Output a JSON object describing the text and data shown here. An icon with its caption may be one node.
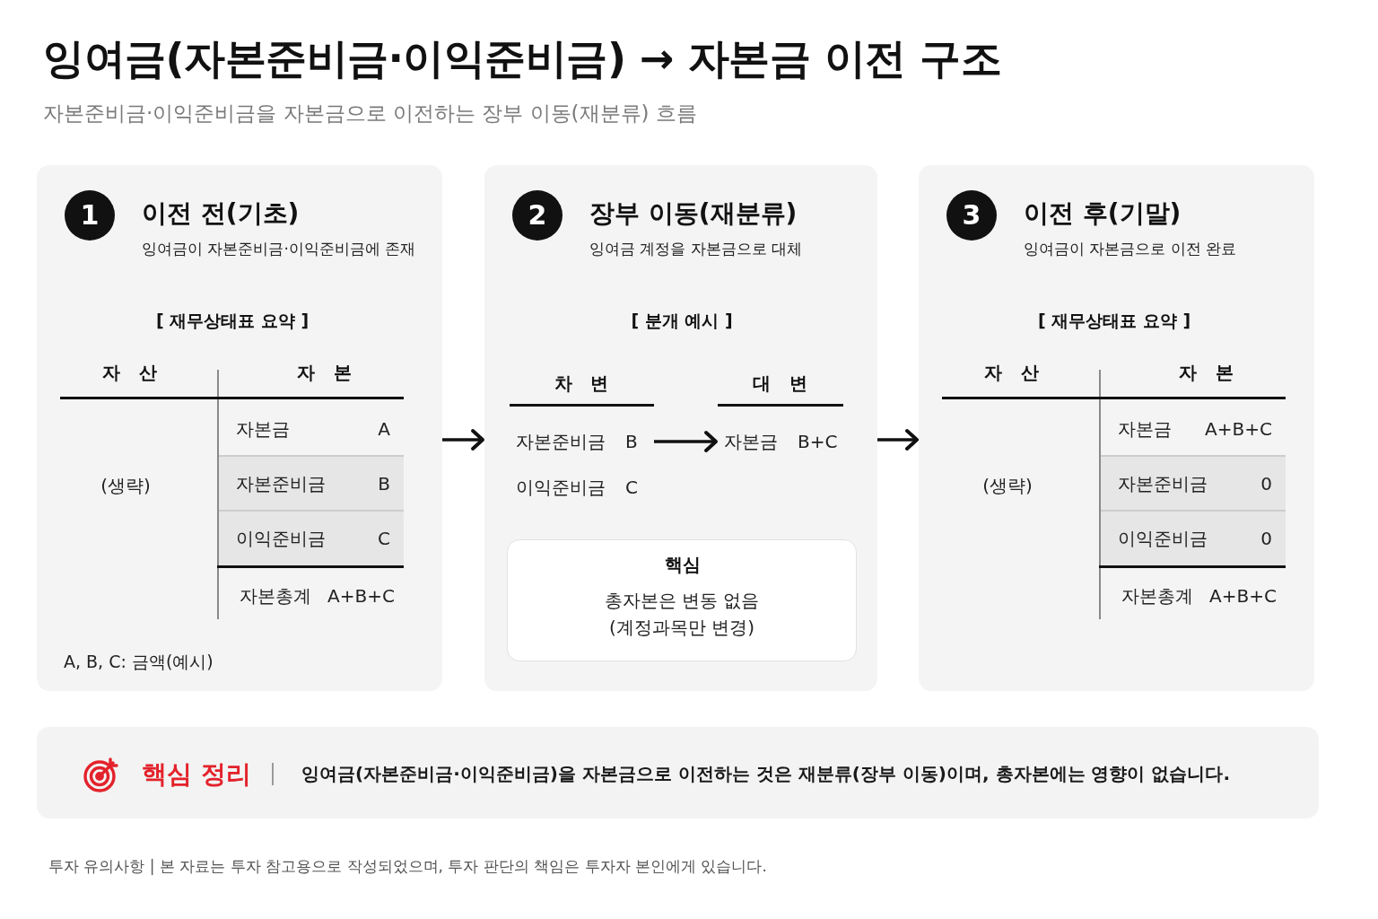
{
  "diagram": {
    "title": "잉여금(자본준비금·이익준비금) → 자본금 이전 구조",
    "caption": "투자 유의사항 | 본 자료는 투자 참고용으로 작성되었으며, 투자 판단의 책임은 투자자 본인에게 있습니다.",
    "nodes": [
      {
        "text": [
          "1",
          "이전 전(기초)",
          "잉여금이 자본준비금·이익준비금에 존재"
        ]
      },
      {
        "text": [
          "2",
          "장부 이동(재분류)",
          "잉여금 계정을 자본금으로 대체"
        ]
      },
      {
        "text": [
          "차 변",
          "자본준비금",
          "B",
          "이익준비금",
          "C"
        ],
        "in": 1
      },
      {
        "text": [
          "대 변",
          "자본금",
          "B+C"
        ],
        "in": 1
      },
      {
        "text": [
          "핵심",
          "총자본은 변동 없음 (계정과목만 변경)"
        ],
        "in": 1
      },
      {
        "text": [
          "3",
          "이전 후(기말)",
          "잉여금이 자본금으로 이전 완료"
        ]
      },
      {
        "text": [
          "핵심 정리",
          "잉여금(자본준비금·이익준비금)을 자본금으로 이전하는 것은 재분류(장부 이동)이며, 총자본에는 영향이 없습니다."
        ]
      }
    ],
    "edges": [
      {
        "from": 0,
        "to": 1,
        "arrow": "to"
      },
      {
        "from": 2,
        "to": 3,
        "arrow": "to"
      },
      {
        "from": 1,
        "to": 5,
        "arrow": "to"
      }
    ],
    "labels": [
      "자본준비금·이익준비금을 자본금으로 이전하는 장부 이동(재분류) 흐름",
      "[ 재무상태표 요약 ]",
      "자 산",
      "자 본",
      "자본금",
      "A",
      "(생략)",
      "자본준비금",
      "B",
      "이익준비금",
      "C",
      "자본총계",
      "A+B+C",
      "A, B, C: 금액(예시)",
      "[ 분개 예시 ]",
      "[ 재무상태표 요약 ]",
      "자 산",
      "자 본",
      "자본금",
      "A+B+C",
      "(생략)",
      "자본준비금",
      "0",
      "이익준비금",
      "0",
      "자본총계",
      "A+B+C"
    ]
  }
}
